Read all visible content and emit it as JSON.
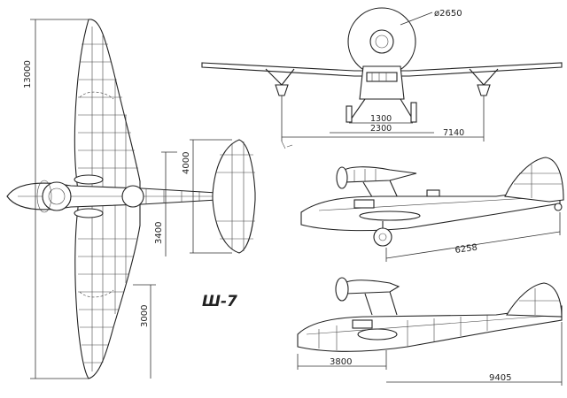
{
  "drawing_title": "Ш-7",
  "dimensions": {
    "wingspan": "13000",
    "propeller_diameter": "ø2650",
    "track_inner": "1300",
    "track_outer": "2300",
    "stabilizer_span": "7140",
    "tail_span": "4000",
    "tail_offset": "3400",
    "wing_offset": "3000",
    "hull_length": "6258",
    "float_length": "3800",
    "overall_length": "9405"
  },
  "colors": {
    "ink": "#222222",
    "paper": "#ffffff"
  }
}
